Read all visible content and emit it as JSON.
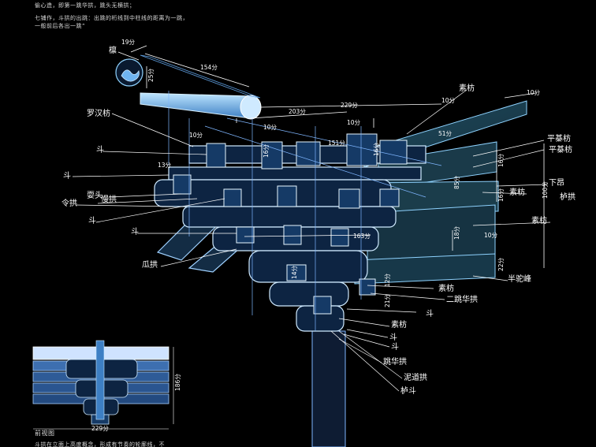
{
  "notes": {
    "line1": "偷心造，即第一跳华拱，跳头无横拱；",
    "line2": "七铺作，斗拱的出跳：出跳的桁线到中柱线的距离为一跳，",
    "line3": "一般前后各出一跳”",
    "bottom": "斗拱在立面上高度概念，形成有节奏的轮廓线，不"
  },
  "front_view": {
    "title": "前视图",
    "width_label": "229分",
    "height_label": "186分"
  },
  "labels": {
    "lin": "檩",
    "luohan_fang": "罗汉枋",
    "dou_1": "斗",
    "dou_2": "斗",
    "dou_3": "斗",
    "dou_4": "斗",
    "dou_5": "斗",
    "dou_6": "斗",
    "dou_7": "斗",
    "shua_tou": "耍头",
    "man_gong": "慢拱",
    "ling_gong": "令拱",
    "gua_gong": "瓜拱",
    "su_fang_1": "素枋",
    "su_fang_2": "素枋",
    "su_fang_3": "素枋",
    "su_fang_4": "素枋",
    "su_fang_5": "素枋",
    "ping_qi_fang_1": "平棊枋",
    "ping_qi_fang_2": "平棊枋",
    "xia_ang": "下昂",
    "zhu_gong": "栌拱",
    "ban_tuo_feng": "半驼峰",
    "er_tiao_hua_gong": "二跳华拱",
    "tiao_hua_gong": "跳华拱",
    "ni_dao_gong": "泥道拱",
    "lu_dou": "栌斗"
  },
  "dimensions": {
    "d19": "19分",
    "d154": "154分",
    "d25": "25分",
    "d229": "229分",
    "d203": "203分",
    "d10a": "10分",
    "d10b": "10分",
    "d10c": "10分",
    "d10d": "10分",
    "d10e": "10分",
    "d10f": "10分",
    "d13": "13分",
    "d151": "151分",
    "d51": "51分",
    "d16a": "16分",
    "d16b": "16分",
    "d16c": "16分",
    "d16d": "16分",
    "d85": "85分",
    "d100": "100分",
    "d163": "163分",
    "d18": "18分",
    "d22": "22分",
    "d12": "12分",
    "d14": "14分",
    "d21": "21分"
  }
}
